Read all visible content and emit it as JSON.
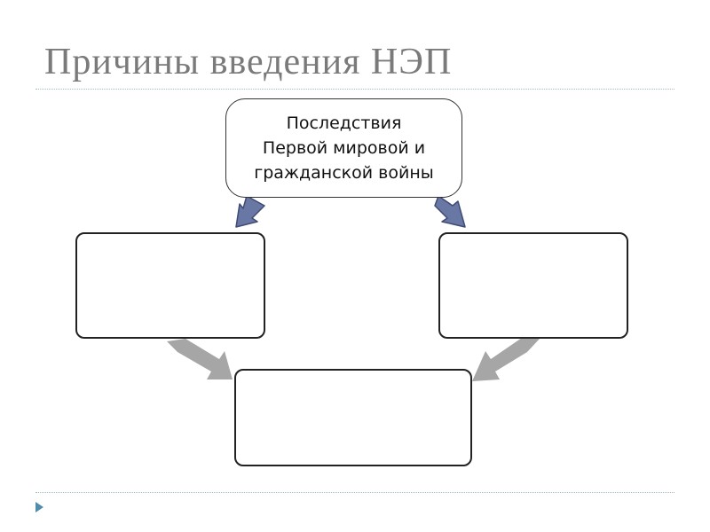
{
  "slide": {
    "title": "Причины введения НЭП"
  },
  "diagram": {
    "root": {
      "lines": [
        "Последствия",
        "Первой мировой и",
        "гражданской войны"
      ]
    },
    "left_box": {
      "text": ""
    },
    "right_box": {
      "text": ""
    },
    "bottom_box": {
      "text": ""
    }
  },
  "colors": {
    "title": "#7a7a7a",
    "root_arrow_fill": "#6877a3",
    "root_arrow_stroke": "#404b75",
    "lower_arrow_fill": "#a6a6a6",
    "rule": "#9fbcc8",
    "bullet": "#4f8dab"
  },
  "icons": {
    "bullet": "triangle-right-icon"
  }
}
